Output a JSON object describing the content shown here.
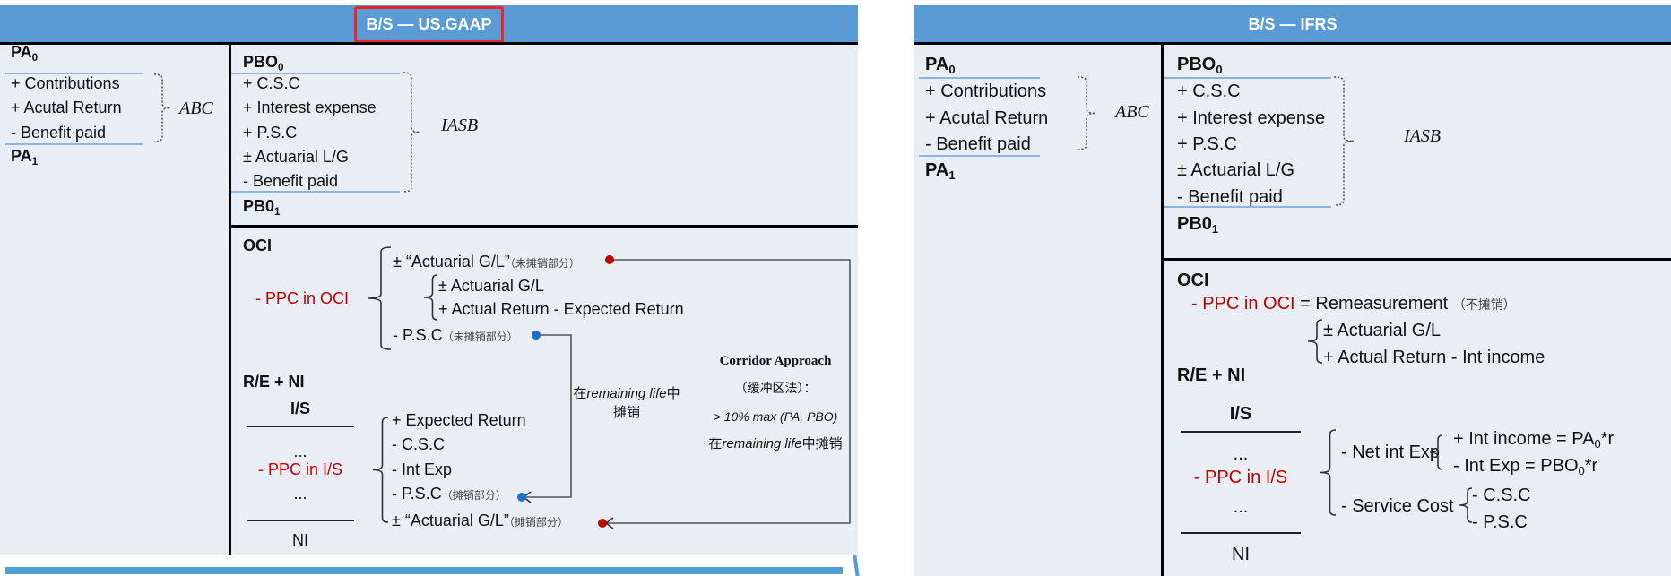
{
  "gaap": {
    "title": "B/S — US.GAAP",
    "pa": {
      "start": {
        "base": "PA",
        "sub": "0"
      },
      "items": [
        "+ Contributions",
        "+ Acutal Return",
        "-  Benefit paid"
      ],
      "end": {
        "base": "PA",
        "sub": "1"
      },
      "brace_label": "ABC"
    },
    "pbo": {
      "start": {
        "base": "PBO",
        "sub": "0"
      },
      "items": [
        "+ C.S.C",
        "+ Interest expense",
        "+ P.S.C",
        "± Actuarial L/G",
        "-  Benefit paid"
      ],
      "end": {
        "base": "PB0",
        "sub": "1"
      },
      "brace_label": "IASB"
    },
    "oci": {
      "heading": "OCI",
      "ppc": "- PPC in OCI",
      "actuarial": "± “Actuarial G/L”",
      "actuarial_note": "（未摊销部分）",
      "sub_items": [
        "± Actuarial G/L",
        "+ Actual Return - Expected Return"
      ],
      "psc": "-  P.S.C",
      "psc_note": "（未摊销部分）"
    },
    "re": "R/E  + NI",
    "is": {
      "heading": "I/S",
      "dots1": "...",
      "ppc": "- PPC in I/S",
      "dots2": "...",
      "ni": "NI",
      "items": [
        "+ Expected Return",
        "-  C.S.C",
        "-  Int Exp",
        "-  P.S.C",
        "± “Actuarial G/L”"
      ],
      "psc_note": "（摊销部分）",
      "actuarial_note": "（摊销部分）"
    },
    "amort_label": {
      "line1_pre": "在",
      "line1_it": "remaining life",
      "line1_post": "中",
      "line2": "摊销"
    },
    "corridor": {
      "title": "Corridor Approach",
      "subtitle": "（缓冲区法）：",
      "rule": "> 10% max (PA, PBO)",
      "note_pre": "在",
      "note_it": "remaining life",
      "note_post": "中摊销"
    }
  },
  "ifrs": {
    "title": "B/S — IFRS",
    "pa": {
      "start": {
        "base": "PA",
        "sub": "0"
      },
      "items": [
        "+ Contributions",
        "+ Acutal Return",
        "-  Benefit paid"
      ],
      "end": {
        "base": "PA",
        "sub": "1"
      },
      "brace_label": "ABC"
    },
    "pbo": {
      "start": {
        "base": "PBO",
        "sub": "0"
      },
      "items": [
        "+ C.S.C",
        "+ Interest expense",
        "+ P.S.C",
        "± Actuarial L/G",
        "-  Benefit paid"
      ],
      "end": {
        "base": "PB0",
        "sub": "1"
      },
      "brace_label": "IASB"
    },
    "oci": {
      "heading": "OCI",
      "ppc": "- PPC in OCI",
      "eq": " = Remeasurement ",
      "note": "（不摊销）",
      "sub_items": [
        "± Actuarial G/L",
        "+ Actual Return - Int income"
      ]
    },
    "re": "R/E  + NI",
    "is": {
      "heading": "I/S",
      "dots1": "...",
      "ppc": "- PPC in I/S",
      "dots2": "...",
      "ni": "NI",
      "net_int": "- Net int Exp",
      "int_income": {
        "pre": "+ Int income =  PA",
        "sub": "0",
        "post": "*r"
      },
      "int_exp": {
        "pre": "-  Int Exp = PBO",
        "sub": "0",
        "post": "*r"
      },
      "service": "- Service Cost",
      "service_items": [
        "-  C.S.C",
        "-  P.S.C"
      ]
    }
  },
  "colors": {
    "header": "#5b9bd5",
    "panel": "#e9edf4",
    "accent_red": "#c00000",
    "dot_blue": "#1f6fc5",
    "highlight": "#e8262b"
  }
}
